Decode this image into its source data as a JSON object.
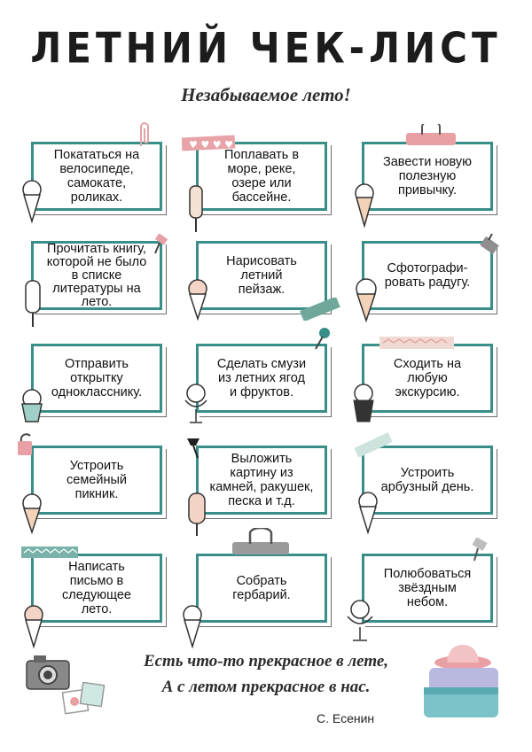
{
  "header": {
    "title": "ЛЕТНИЙ ЧЕК-ЛИСТ",
    "subtitle": "Незабываемое лето!"
  },
  "tasks": [
    "Покататься на\nвелосипеде,\nсамокате,\nроликах.",
    "Поплавать в\nморе, реке,\nозере или\nбассейне.",
    "Завести новую\nполезную\nпривычку.",
    "Прочитать книгу,\nкоторой не было\nв списке\nлитературы на\nлето.",
    "Нарисовать\nлетний\nпейзаж.",
    "Сфотографи-\nровать радугу.",
    "Отправить\nоткрытку\nоднокласснику.",
    "Сделать смузи\nиз летних ягод\nи фруктов.",
    "Сходить на\nлюбую\nэкскурсию.",
    "Устроить\nсемейный\nпикник.",
    "Выложить\nкартину из\nкамней, ракушек,\nпеска и т.д.",
    "Устроить\nарбузный день.",
    "Написать\nписьмо в\nследующее\nлето.",
    "Собрать\nгербарий.",
    "Полюбоваться\nзвёздным\nнебом."
  ],
  "quote": {
    "line1": "Есть что-то прекрасное в лете,",
    "line2": "А с летом прекрасное в нас.",
    "author": "С. Есенин"
  },
  "colors": {
    "frame": "#3a8e88",
    "tape_pink": "#e8a3a8",
    "tape_teal": "#6fb5aa",
    "clip_pink": "#e8a0a4",
    "clip_gray": "#8e8e8e"
  }
}
